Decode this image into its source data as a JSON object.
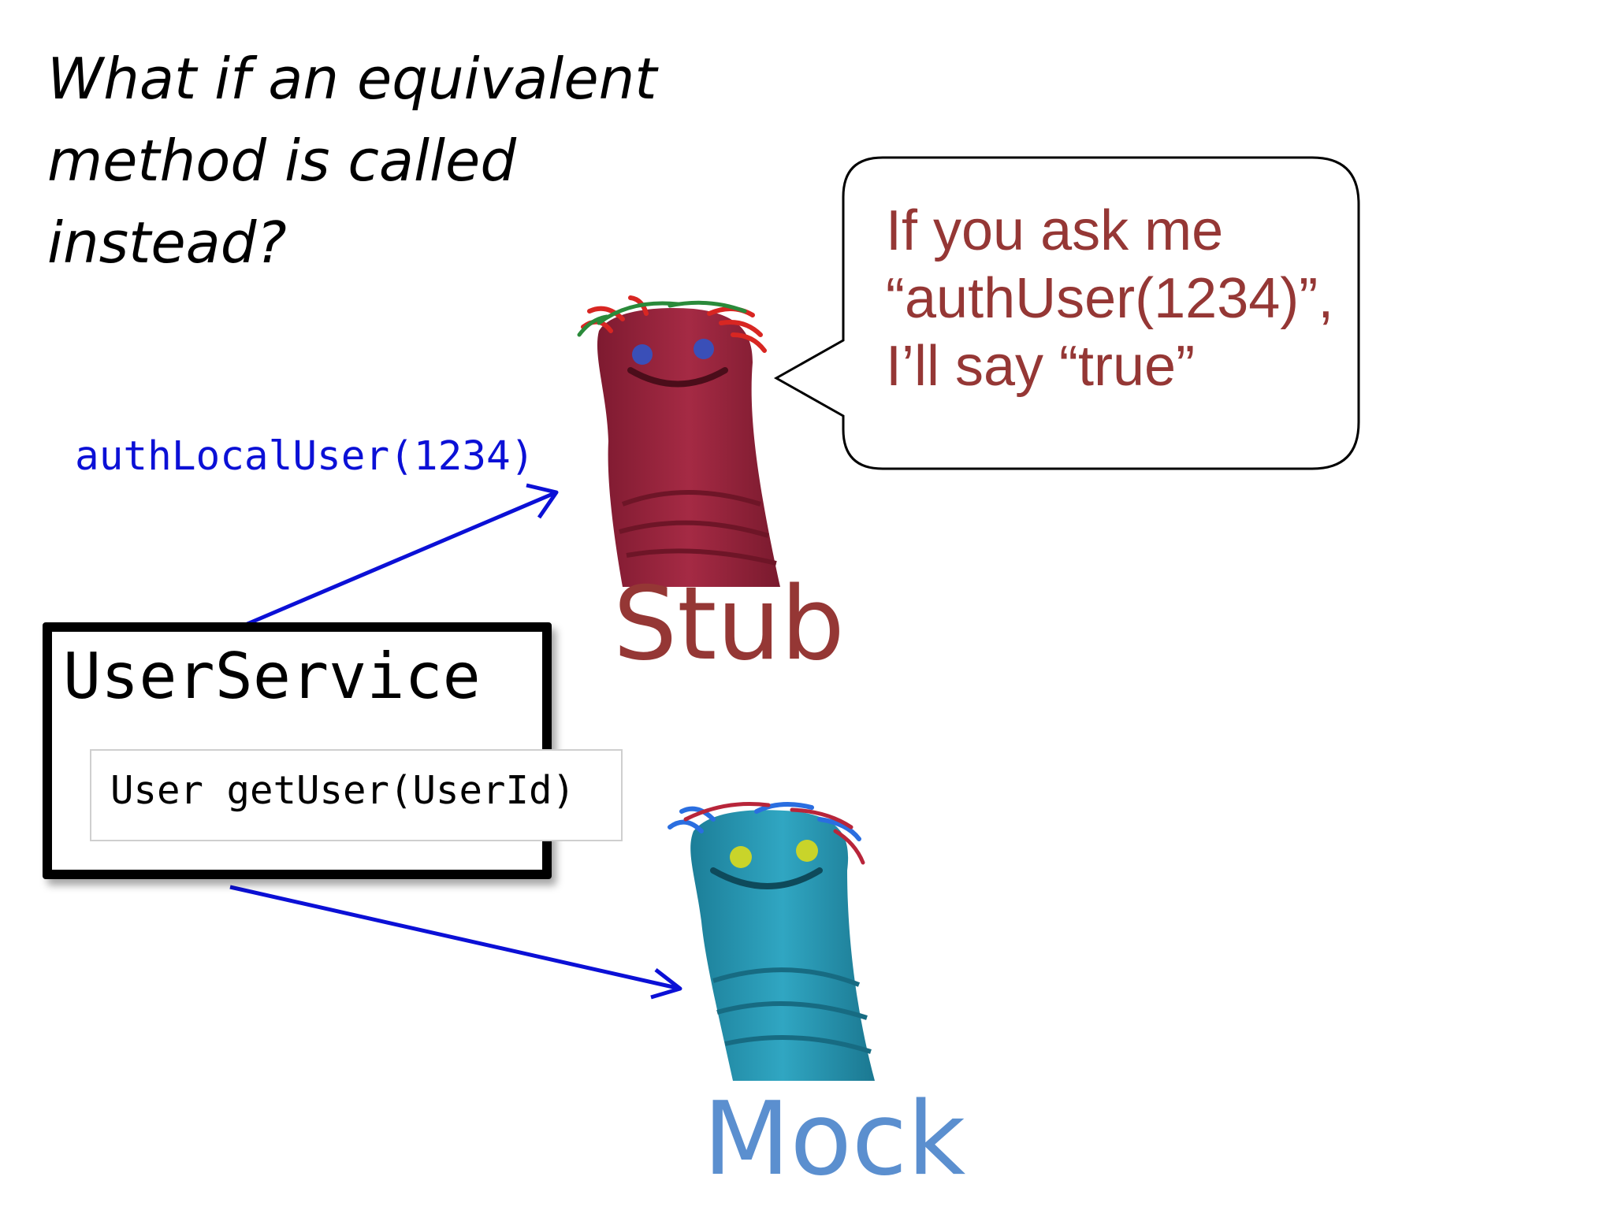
{
  "heading": {
    "lines": [
      "What if an equivalent",
      "method is called",
      "instead?"
    ]
  },
  "call": {
    "label": "authLocalUser(1234)"
  },
  "service": {
    "name": "UserService",
    "method": "User getUser(UserId)"
  },
  "bubble": {
    "lines": [
      "If you ask me",
      "“authUser(1234)”,",
      "I’ll say “true”"
    ]
  },
  "stub": {
    "label": "Stub"
  },
  "mock": {
    "label": "Mock"
  },
  "colors": {
    "stub_text": "#953735",
    "mock_text": "#5b8fcf",
    "arrow": "#0b10d6",
    "stub_puppet": "#a0263e",
    "mock_puppet": "#2a9bb8"
  },
  "icons": {
    "stub_puppet": "red-sock-puppet-icon",
    "mock_puppet": "blue-sock-puppet-icon"
  }
}
